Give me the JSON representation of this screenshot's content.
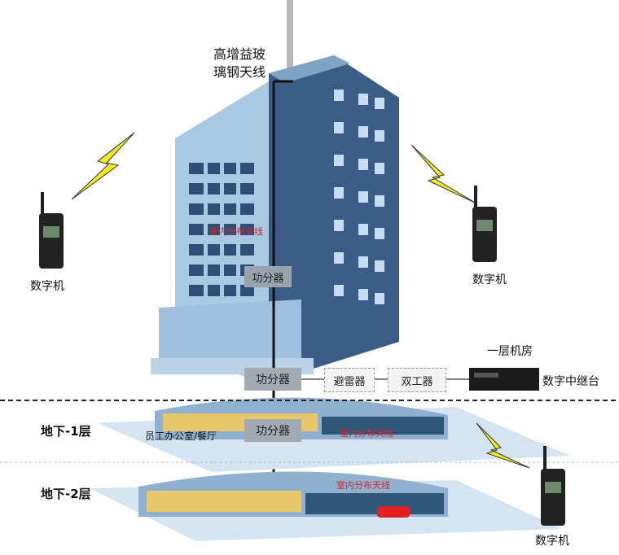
{
  "antenna": {
    "line1": "高增益玻",
    "line2": "璃钢天线"
  },
  "radios": {
    "left": "数字机",
    "right": "数字机",
    "bottom": "数字机"
  },
  "splitters": {
    "top": "功分器",
    "ground": "功分器",
    "basement": "功分器"
  },
  "equipment": {
    "lightning": "避雷器",
    "duplexer": "双工器",
    "machine_room": "一层机房",
    "repeater": "数字中继台"
  },
  "indoor_antenna": {
    "building": "室内分布天线",
    "b1": "室内分布天线",
    "b2": "室内分布天线"
  },
  "floors": {
    "b1": "地下-1层",
    "b2": "地下-2层",
    "b1_area": "员工办公室/餐厅"
  },
  "colors": {
    "building": "#8fb6d6",
    "building_dark": "#2c4a6e",
    "bolt": "#e8e81a",
    "red_text": "#dd2222",
    "ground_line": "#222222"
  }
}
